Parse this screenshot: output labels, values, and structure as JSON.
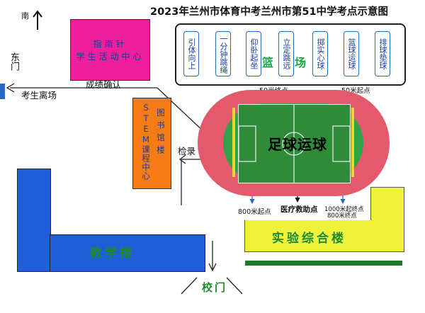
{
  "title": "2023年兰州市体育中考兰州市第51中学考点示意图",
  "compass": {
    "label": "南",
    "icon": "up-arrow-icon"
  },
  "exits": {
    "east_gate": "东门",
    "exam_parking": "考生离场"
  },
  "buildings": {
    "activity_center": [
      "指南针",
      "学生活动中心"
    ],
    "library_stem": {
      "col1": "STEM课程中心",
      "col2": "图书馆楼"
    },
    "teaching": "教学楼",
    "lab_complex": "实验综合楼",
    "school_gate": "校门"
  },
  "events": {
    "stations": [
      "引体向上",
      "一分钟跳绳",
      "仰卧起坐",
      "立定跳远",
      "掷实心球",
      "篮球运球",
      "排球垫球"
    ],
    "court_label": [
      "篮",
      "场"
    ],
    "field_label": "足球运球"
  },
  "route": {
    "score_confirm": "成绩确认",
    "check_in": "检录",
    "start_50m_left": "50米终点",
    "start_50m_right": "50米起点",
    "start_800m": "800米起点",
    "medical": "医疗救助点",
    "finish_1000": "1000米起终点",
    "finish_800": "800米终点"
  },
  "colors": {
    "activity_center": "#ee1f9c",
    "library": "#f57b15",
    "teaching": "#1e5fd8",
    "lab": "#eef23a",
    "track": "#e25a6c",
    "field": "#2e8b3a",
    "route": "#222222"
  }
}
